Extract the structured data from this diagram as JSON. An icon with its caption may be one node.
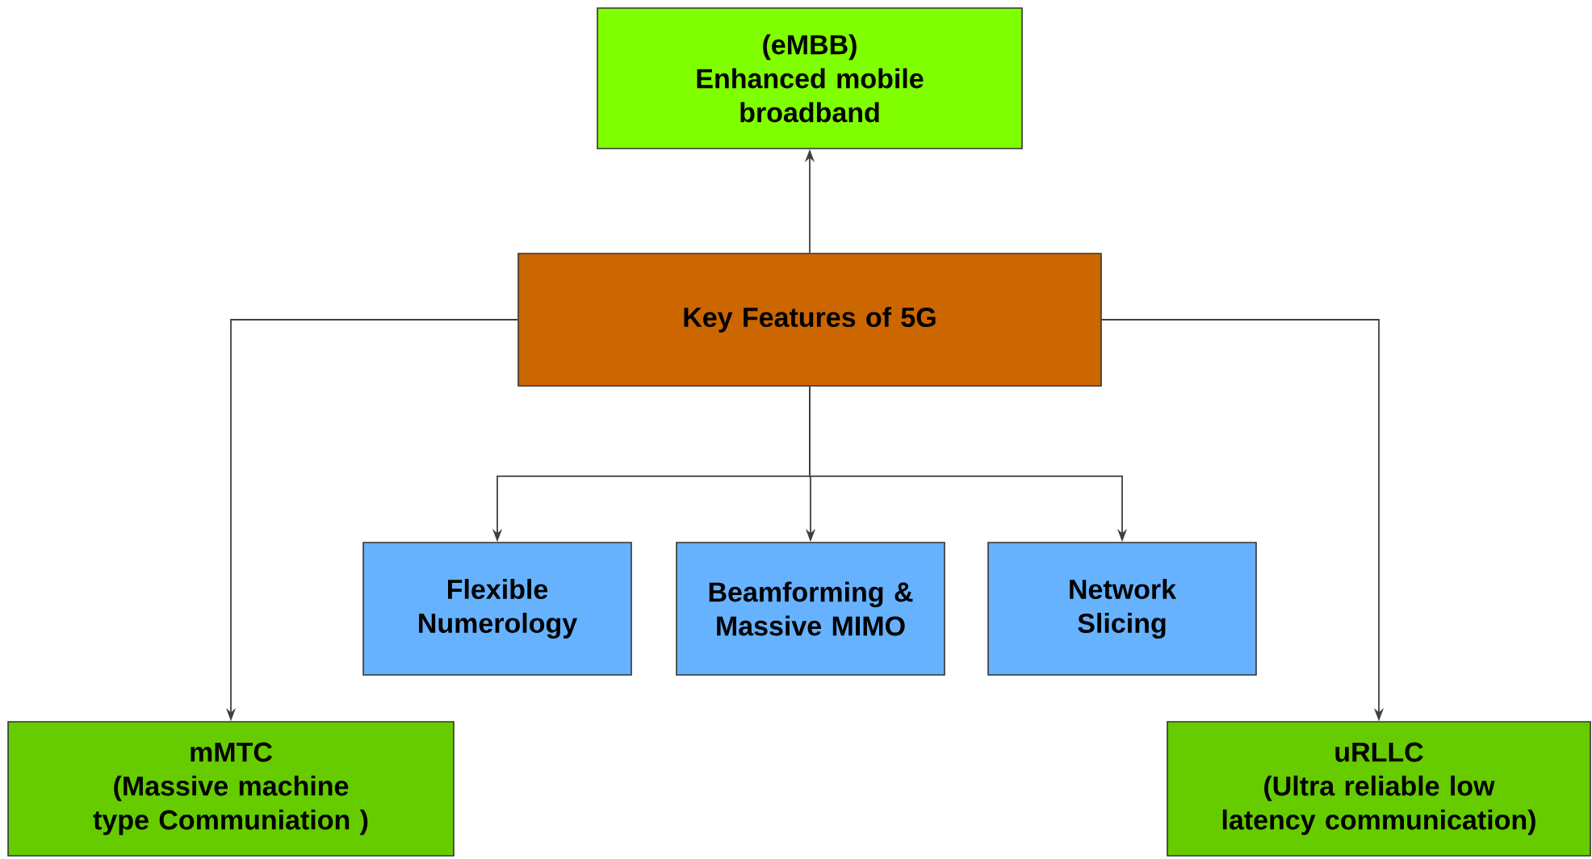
{
  "diagram": {
    "nodes": [
      {
        "text": [
          "(eMBB)",
          "Enhanced mobile broadband"
        ]
      },
      {
        "text": [
          "Key Features of 5G"
        ]
      },
      {
        "text": [
          "Flexible Numerology"
        ]
      },
      {
        "text": [
          "Beamforming & Massive MIMO"
        ]
      },
      {
        "text": [
          "Network Slicing"
        ]
      },
      {
        "text": [
          "mMTC",
          "(Massive machine type Communiation )"
        ]
      },
      {
        "text": [
          "uRLLC",
          "(Ultra reliable low latency communication)"
        ]
      }
    ],
    "edges": [
      {
        "from": 1,
        "to": 0,
        "arrow": "to"
      },
      {
        "from": 1,
        "to": 5,
        "arrow": "to"
      },
      {
        "from": 1,
        "to": 6,
        "arrow": "to"
      },
      {
        "from": 1,
        "to": 2,
        "arrow": "to"
      },
      {
        "from": 1,
        "to": 3,
        "arrow": "to"
      },
      {
        "from": 1,
        "to": 4,
        "arrow": "to"
      }
    ]
  }
}
